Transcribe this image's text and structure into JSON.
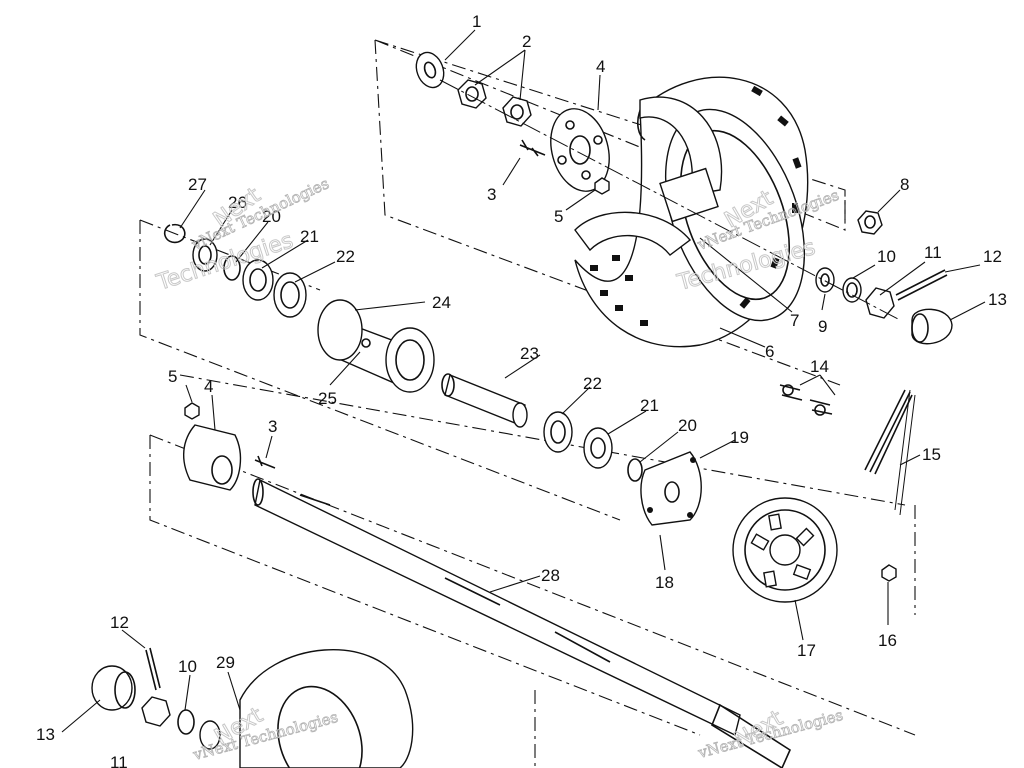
{
  "watermark": {
    "text": "vNext Technologies",
    "brand": "Next",
    "big": "Technologies"
  },
  "callouts": {
    "c1": "1",
    "c2": "2",
    "c3": "3",
    "c4": "4",
    "c5": "5",
    "c6": "6",
    "c7": "7",
    "c8": "8",
    "c9": "9",
    "c10": "10",
    "c11": "11",
    "c12": "12",
    "c13": "13",
    "c14": "14",
    "c15": "15",
    "c16": "16",
    "c17": "17",
    "c18": "18",
    "c19": "19",
    "c20": "20",
    "c21": "21",
    "c22": "22",
    "c23": "23",
    "c24": "24",
    "c25": "25",
    "c26": "26",
    "c27": "27",
    "c28": "28",
    "c29": "29"
  },
  "lower_left_callouts": {
    "c3": "3",
    "c4": "4",
    "c5": "5",
    "c10": "10",
    "c11": "11",
    "c12": "12",
    "c13": "13"
  },
  "colors": {
    "ink": "#111111",
    "paper": "#ffffff",
    "watermark": "#b5b5b5"
  }
}
